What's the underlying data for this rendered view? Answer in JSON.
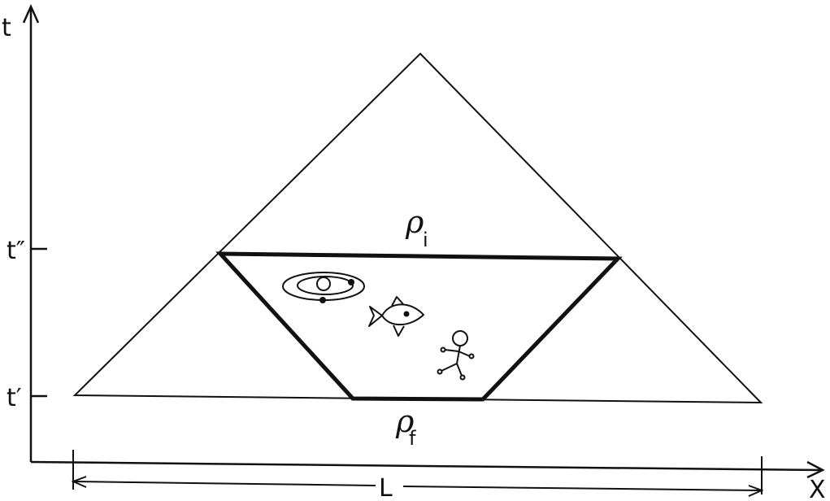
{
  "axes": {
    "vertical_label": "t",
    "horizontal_label": "X",
    "tick_upper_label": "t″",
    "tick_lower_label": "t′"
  },
  "dimension": {
    "length_label": "L"
  },
  "regions": {
    "initial_symbol": "ρ",
    "initial_subscript": "i",
    "final_symbol": "ρ",
    "final_subscript": "f"
  },
  "icons": [
    "solar-system-icon",
    "fish-icon",
    "stick-figure-icon"
  ],
  "colors": {
    "ink": "#111111",
    "background": "#ffffff"
  }
}
